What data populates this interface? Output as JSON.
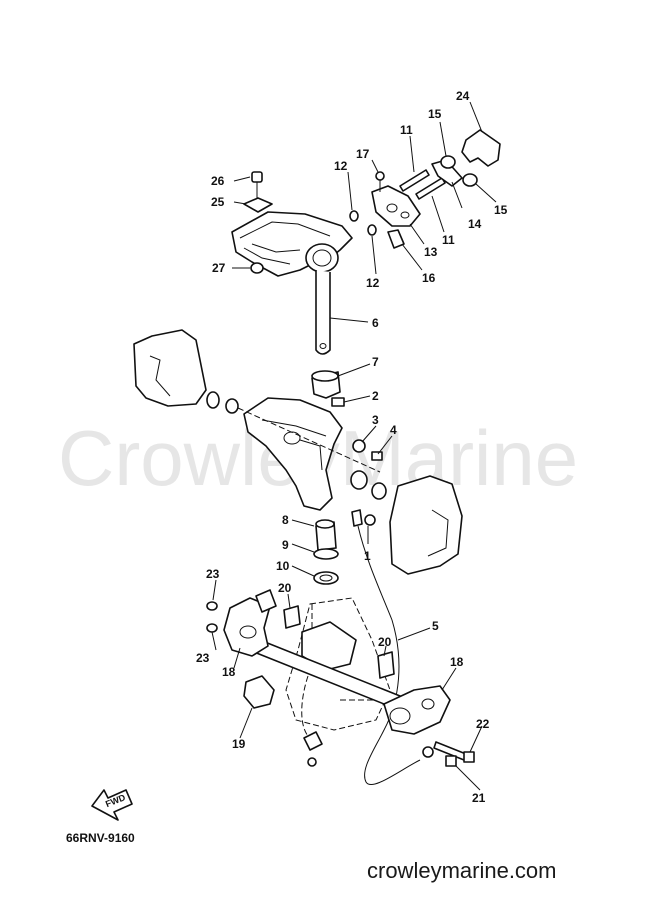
{
  "watermark": "CrowleyMarine",
  "footer_code": "66RNV-9160",
  "site_url": "crowleymarine.com",
  "fwd_label": "FWD",
  "callouts": [
    {
      "id": "c24",
      "label": "24"
    },
    {
      "id": "c15a",
      "label": "15"
    },
    {
      "id": "c11a",
      "label": "11"
    },
    {
      "id": "c17",
      "label": "17"
    },
    {
      "id": "c12a",
      "label": "12"
    },
    {
      "id": "c26",
      "label": "26"
    },
    {
      "id": "c25",
      "label": "25"
    },
    {
      "id": "c14",
      "label": "14"
    },
    {
      "id": "c15b",
      "label": "15"
    },
    {
      "id": "c11b",
      "label": "11"
    },
    {
      "id": "c13",
      "label": "13"
    },
    {
      "id": "c16",
      "label": "16"
    },
    {
      "id": "c12b",
      "label": "12"
    },
    {
      "id": "c27",
      "label": "27"
    },
    {
      "id": "c6",
      "label": "6"
    },
    {
      "id": "c7",
      "label": "7"
    },
    {
      "id": "c2",
      "label": "2"
    },
    {
      "id": "c3",
      "label": "3"
    },
    {
      "id": "c4",
      "label": "4"
    },
    {
      "id": "c8",
      "label": "8"
    },
    {
      "id": "c1",
      "label": "1"
    },
    {
      "id": "c9",
      "label": "9"
    },
    {
      "id": "c10",
      "label": "10"
    },
    {
      "id": "c23a",
      "label": "23"
    },
    {
      "id": "c20a",
      "label": "20"
    },
    {
      "id": "c5",
      "label": "5"
    },
    {
      "id": "c23b",
      "label": "23"
    },
    {
      "id": "c20b",
      "label": "20"
    },
    {
      "id": "c18a",
      "label": "18"
    },
    {
      "id": "c18b",
      "label": "18"
    },
    {
      "id": "c22",
      "label": "22"
    },
    {
      "id": "c19",
      "label": "19"
    },
    {
      "id": "c21",
      "label": "21"
    }
  ]
}
